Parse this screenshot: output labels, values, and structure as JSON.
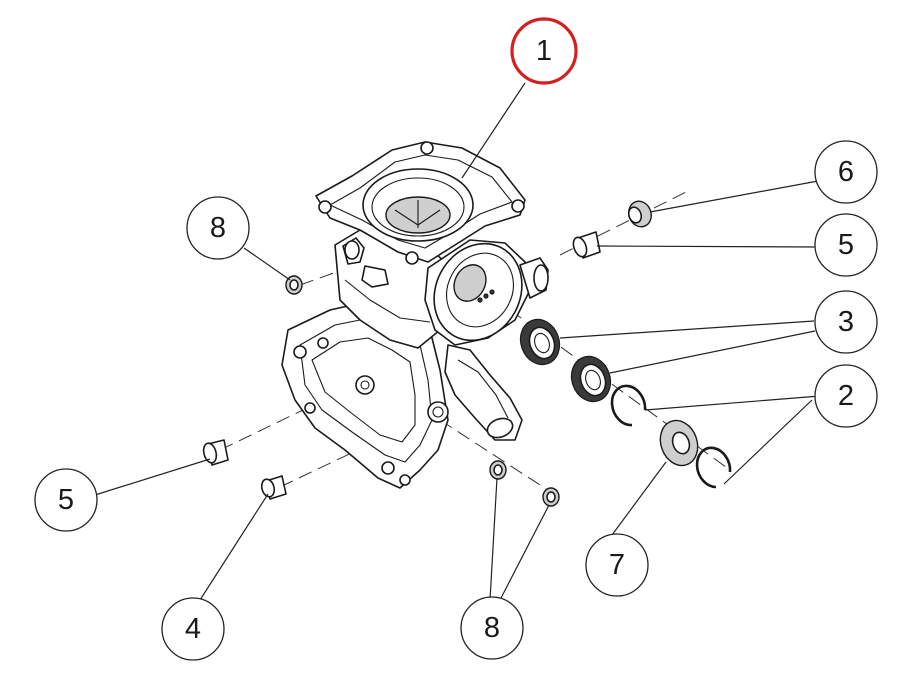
{
  "diagram": {
    "callouts": [
      {
        "id": "c1",
        "label": "1",
        "highlight": true
      },
      {
        "id": "c6",
        "label": "6"
      },
      {
        "id": "c5a",
        "label": "5"
      },
      {
        "id": "c3",
        "label": "3"
      },
      {
        "id": "c2",
        "label": "2"
      },
      {
        "id": "c8a",
        "label": "8"
      },
      {
        "id": "c5b",
        "label": "5"
      },
      {
        "id": "c7",
        "label": "7"
      },
      {
        "id": "c4",
        "label": "4"
      },
      {
        "id": "c8b",
        "label": "8"
      }
    ],
    "highlight_color": "#d42020"
  }
}
